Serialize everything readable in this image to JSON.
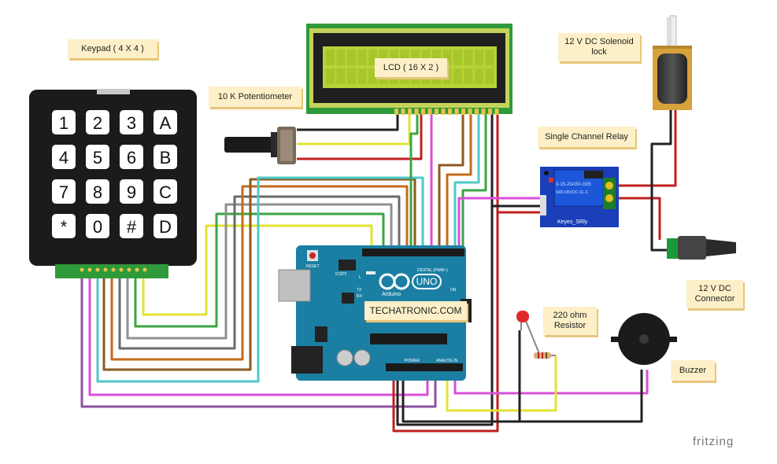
{
  "labels": {
    "keypad": "Keypad ( 4 X 4 )",
    "lcd": "LCD ( 16 X 2 )",
    "potentiometer": "10 K Potentiometer",
    "relay": "Single Channel Relay",
    "solenoid": "12 V DC Solenoid\nlock",
    "connector": "12 V DC\nConnector",
    "resistor": "220 ohm\nResistor",
    "buzzer": "Buzzer",
    "board_text": "TECHATRONIC.COM",
    "watermark": "fritzing"
  },
  "keypad_keys": [
    "1",
    "2",
    "3",
    "A",
    "4",
    "5",
    "6",
    "B",
    "7",
    "8",
    "9",
    "C",
    "*",
    "0",
    "#",
    "D"
  ],
  "arduino": {
    "uno": "UNO",
    "brand": "Arduino",
    "reset": "RESET",
    "icsp": "ICSP2",
    "digital": "DIGITAL (PWM~)",
    "power": "POWER",
    "analog": "ANALOG IN",
    "on": "ON",
    "tx": "TX",
    "rx": "RX",
    "l": "L"
  },
  "relay_module": {
    "top_text": "3-15-20A50-G05",
    "brand": "Keyes_SRly"
  },
  "colors": {
    "arduino": "#1b7fa3",
    "keypad": "#1b1b1b",
    "lcd_screen": "#b5d435",
    "relay": "#1a3fb8",
    "note": "#fdf0c8"
  }
}
